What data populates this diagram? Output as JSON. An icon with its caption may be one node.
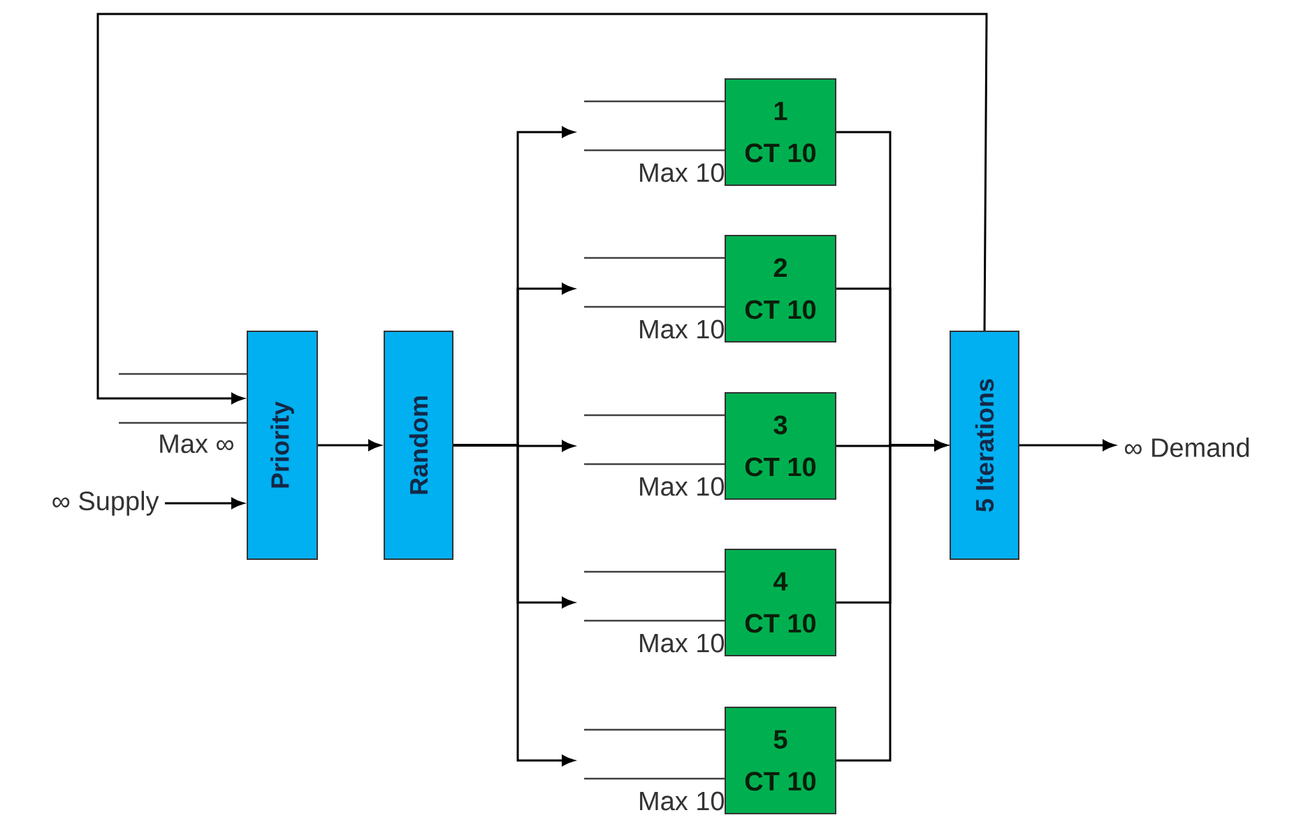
{
  "diagram": {
    "nodes": [
      {
        "text": [
          "∞ Supply"
        ]
      },
      {
        "text": [
          "Priority"
        ],
        "beside": [
          "Max ∞"
        ]
      },
      {
        "text": [
          "Random"
        ]
      },
      {
        "text": [
          "1",
          "CT 10"
        ],
        "beside": [
          "Max 10"
        ]
      },
      {
        "text": [
          "2",
          "CT 10"
        ],
        "beside": [
          "Max 10"
        ]
      },
      {
        "text": [
          "3",
          "CT 10"
        ],
        "beside": [
          "Max 10"
        ]
      },
      {
        "text": [
          "4",
          "CT 10"
        ],
        "beside": [
          "Max 10"
        ]
      },
      {
        "text": [
          "5",
          "CT 10"
        ],
        "beside": [
          "Max 10"
        ]
      },
      {
        "text": [
          "5 Iterations"
        ]
      },
      {
        "text": [
          "∞ Demand"
        ]
      }
    ],
    "edges": [
      {
        "from": 0,
        "to": 1,
        "arrow": "to"
      },
      {
        "from": 1,
        "to": 2,
        "arrow": "to"
      },
      {
        "from": 2,
        "to": 3,
        "arrow": "to"
      },
      {
        "from": 2,
        "to": 4,
        "arrow": "to"
      },
      {
        "from": 2,
        "to": 5,
        "arrow": "to"
      },
      {
        "from": 2,
        "to": 6,
        "arrow": "to"
      },
      {
        "from": 2,
        "to": 7,
        "arrow": "to"
      },
      {
        "from": 3,
        "to": 8,
        "arrow": "to"
      },
      {
        "from": 4,
        "to": 8,
        "arrow": "to"
      },
      {
        "from": 5,
        "to": 8,
        "arrow": "to"
      },
      {
        "from": 6,
        "to": 8,
        "arrow": "to"
      },
      {
        "from": 7,
        "to": 8,
        "arrow": "to"
      },
      {
        "from": 8,
        "to": 9,
        "arrow": "to"
      },
      {
        "from": 8,
        "to": 1,
        "arrow": "to"
      }
    ]
  }
}
